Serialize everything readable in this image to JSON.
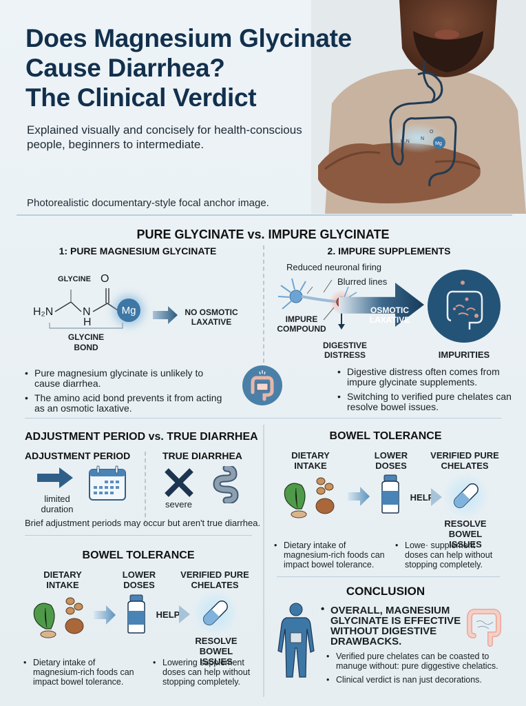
{
  "header": {
    "title_lines": [
      "Does Magnesium Glycinate",
      "Cause Diarrhea?",
      "The Clinical Verdict"
    ],
    "subtitle": "Explained visually and concisely for health-conscious people, beginners to intermediate.",
    "caption": "Photorealistic documentary-style focal anchor image.",
    "hero_molecule": {
      "left": "H₂N",
      "mid": "N",
      "mid_sub": "H",
      "top": "O",
      "metal": "Mg"
    }
  },
  "section1": {
    "title": "PURE GLYCINATE vs. IMPURE GLYCINATE",
    "pure": {
      "heading": "1: PURE MAGNESIUM GLYCINATE",
      "glycine_label": "GLYCINE",
      "oxygen": "O",
      "h2n": "H₂N",
      "n": "N",
      "h": "H",
      "mg": "Mg",
      "bond_label": "GLYCINE BOND",
      "result": "NO OSMOTIC LAXATIVE",
      "bullets": [
        "Pure magnesium glycinate is unlikely to cause diarrhea.",
        "The amino acid bond prevents it from acting as an osmotic laxative."
      ]
    },
    "impure": {
      "heading": "2. IMPURE SUPPLEMENTS",
      "label_neuronal": "Reduced neuronal firing",
      "label_blurred": "Blurred lines",
      "label_compound": "IMPURE COMPOUND",
      "label_distress": "DIGESTIVE DISTRESS",
      "arrow_label": "OSMOTIC LAXATIVE",
      "label_impurities": "IMPURITIES",
      "bullets": [
        "Digestive distress often comes from impure glycinate supplements.",
        "Switching to verified pure chelates can resolve bowel issues."
      ]
    }
  },
  "section2": {
    "title": "ADJUSTMENT PERIOD vs. TRUE DIARRHEA",
    "left_heading": "ADJUSTMENT PERIOD",
    "left_caption": "limited duration",
    "right_heading": "TRUE DIARRHEA",
    "right_caption": "severe",
    "note": "Brief adjustment periods may occur but aren't true diarrhea."
  },
  "section3": {
    "title": "BOWEL TOLERANCE",
    "col1": "DIETARY INTAKE",
    "col2": "LOWER DOSES",
    "col3": "VERIFIED PURE CHELATES",
    "help": "HELP",
    "resolve": "RESOLVE BOWEL ISSUES",
    "bullets": [
      "Dietary intake of magnesium-rich foods can impact bowel tolerance.",
      "Lowe· supplement doses can help without stopping completely."
    ]
  },
  "section4": {
    "title": "BOWEL TOLERANCE",
    "col1": "DIETARY INTAKE",
    "col2": "LOWER DOSES",
    "col3": "VERIFIED PURE CHELATES",
    "help": "HELP",
    "resolve": "RESOLVE BOWEL ISSUES",
    "bullets": [
      "Dietary intake of magnesium-rich foods can impact bowel tolerance.",
      "Lowering supplement doses can help without stopping completely."
    ]
  },
  "conclusion": {
    "title": "CONCLUSION",
    "headline": "OVERALL, MAGNESIUM GLYCINATE IS EFFECTIVE WITHOUT DIGESTIVE DRAWBACKS.",
    "bullets": [
      "Verified pure chelates can be coasted to manuge without: pure diggestive chelatics.",
      "Clinical verdict is nan just decorations."
    ]
  },
  "colors": {
    "navy": "#12304d",
    "accent_blue": "#3d77a6",
    "background": "#e9f0f4",
    "intestine_pink": "#f1c4bb"
  }
}
